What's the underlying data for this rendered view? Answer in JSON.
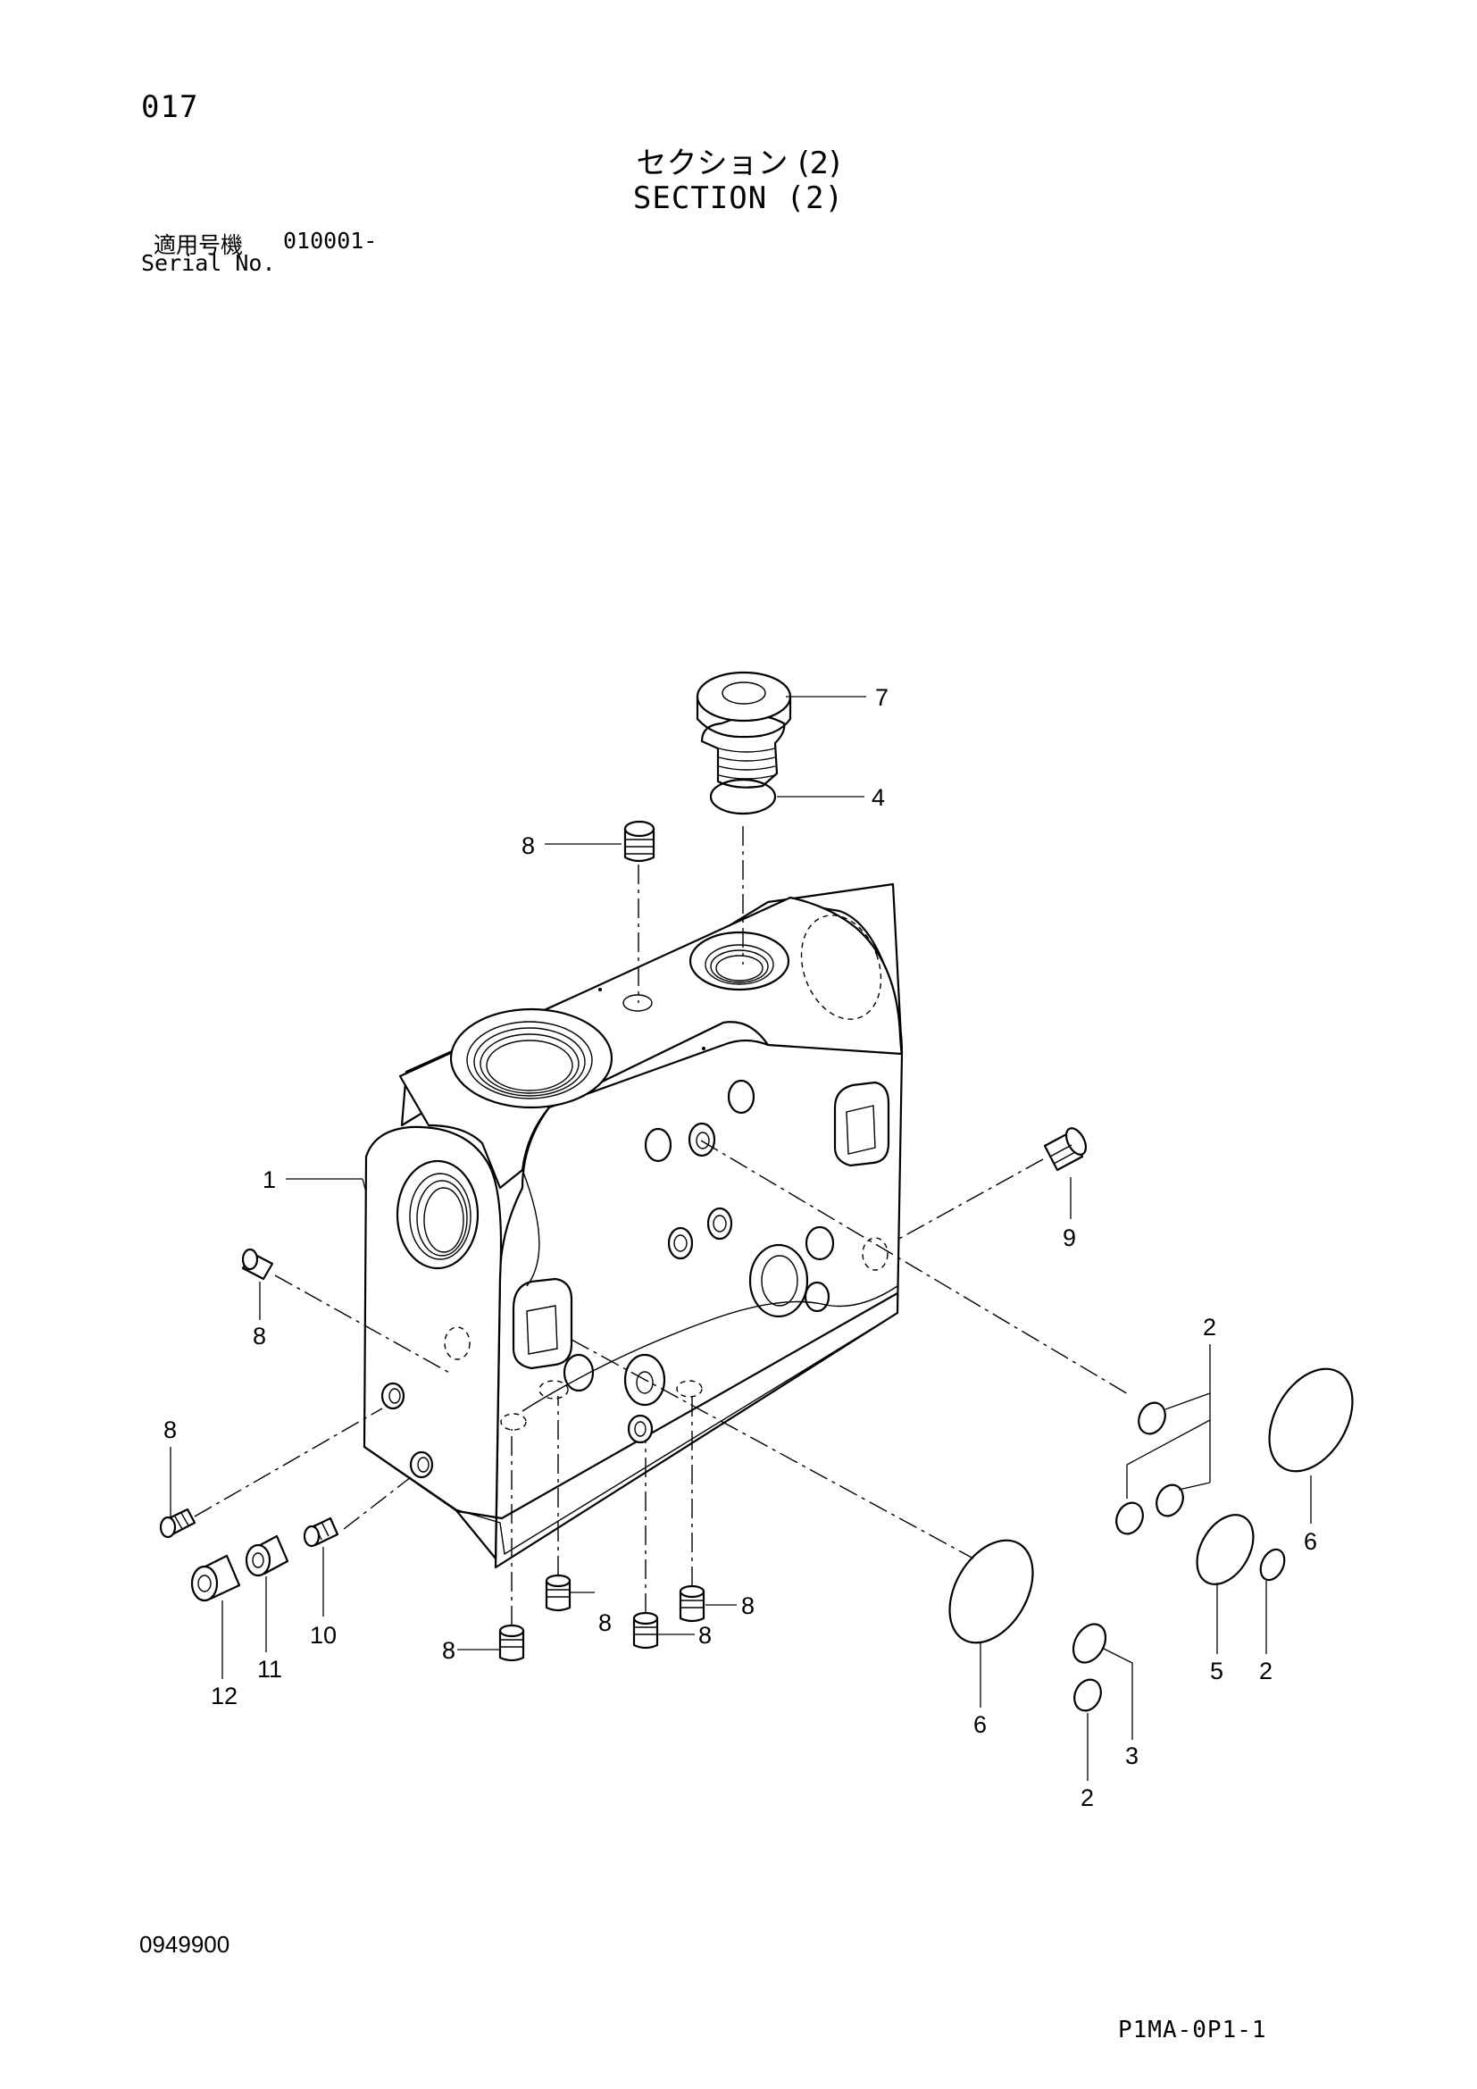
{
  "header": {
    "page_number": "017",
    "title_jp": "セクション (2)",
    "title_en": "SECTION (2)",
    "serial_label_jp": "適用号機",
    "serial_value": "010001-",
    "serial_label_en": "Serial No."
  },
  "footer": {
    "doc_number": "0949900",
    "drawing_code": "P1MA-0P1-1"
  },
  "callouts": {
    "c7": "7",
    "c4": "4",
    "c8_top": "8",
    "c1": "1",
    "c9": "9",
    "c8_left_upper": "8",
    "c8_left_lower": "8",
    "c2_top": "2",
    "c6_right": "6",
    "c10": "10",
    "c11": "11",
    "c12": "12",
    "c8_bottom_a": "8",
    "c8_bottom_b": "8",
    "c8_bottom_c": "8",
    "c8_bottom_d": "8",
    "c6_mid": "6",
    "c3": "3",
    "c2_bottom": "2",
    "c5": "5",
    "c2_right": "2"
  }
}
